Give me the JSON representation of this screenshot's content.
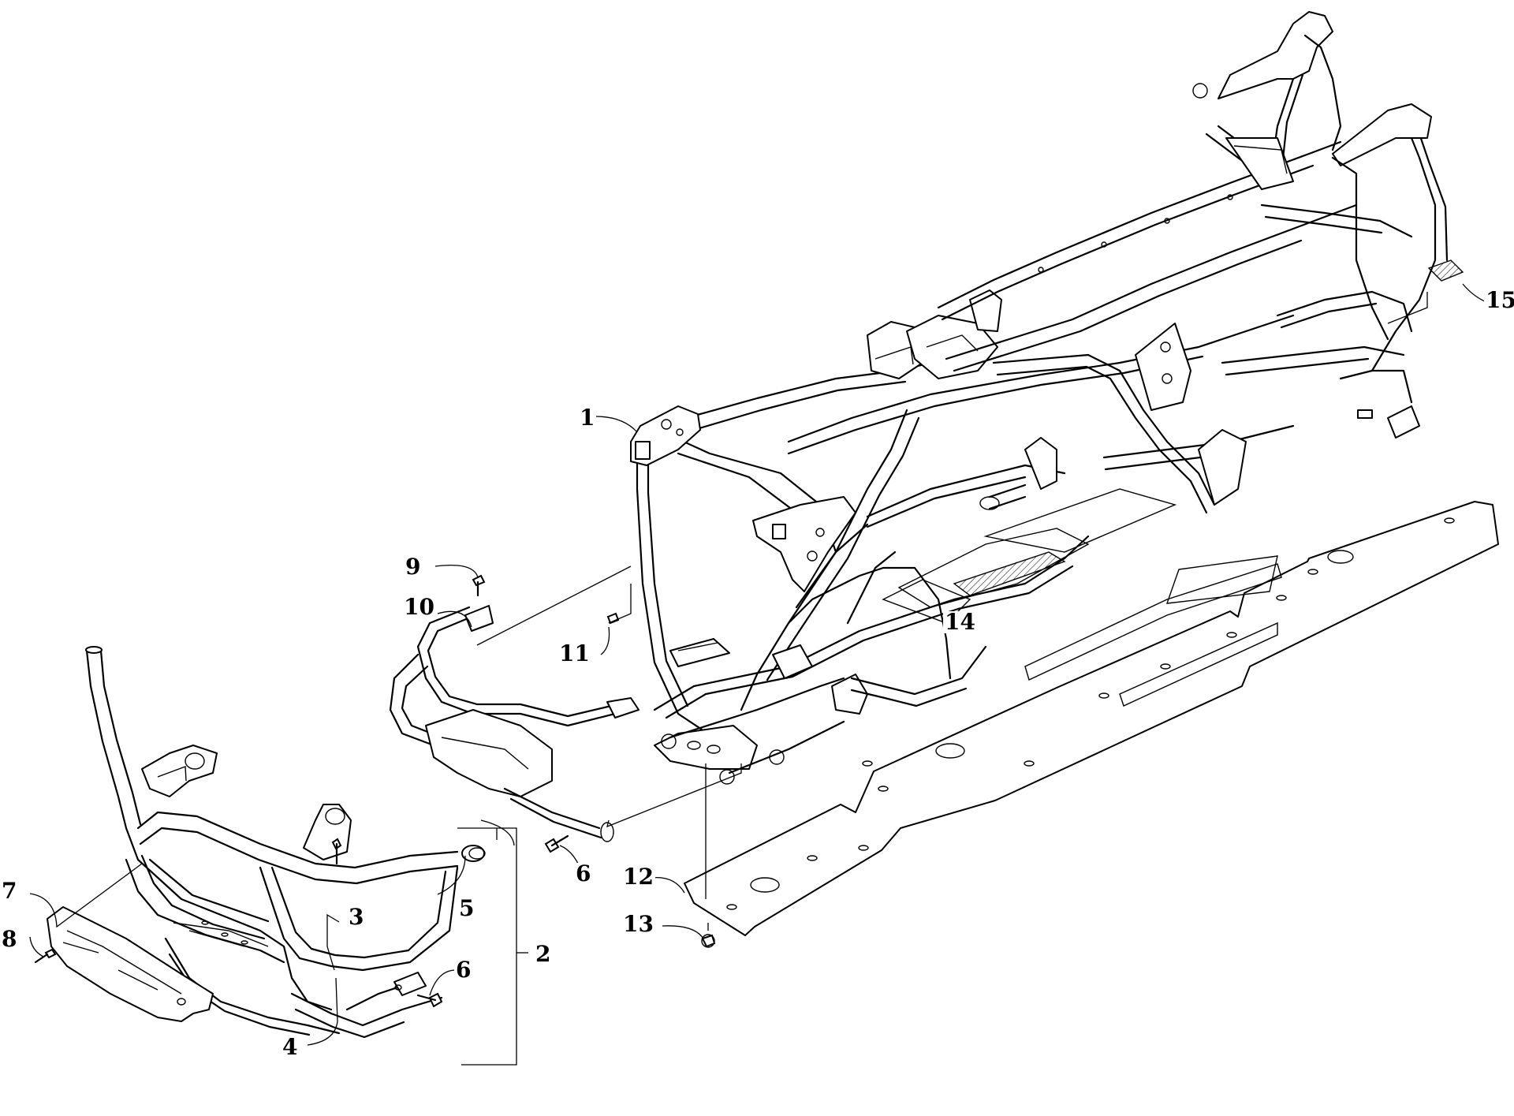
{
  "diagram": {
    "callouts": [
      {
        "id": "c1",
        "label": "1"
      },
      {
        "id": "c2",
        "label": "2"
      },
      {
        "id": "c3",
        "label": "3"
      },
      {
        "id": "c4",
        "label": "4"
      },
      {
        "id": "c5",
        "label": "5"
      },
      {
        "id": "c6a",
        "label": "6"
      },
      {
        "id": "c6b",
        "label": "6"
      },
      {
        "id": "c7",
        "label": "7"
      },
      {
        "id": "c8",
        "label": "8"
      },
      {
        "id": "c9",
        "label": "9"
      },
      {
        "id": "c10",
        "label": "10"
      },
      {
        "id": "c11",
        "label": "11"
      },
      {
        "id": "c12",
        "label": "12"
      },
      {
        "id": "c13",
        "label": "13"
      },
      {
        "id": "c14",
        "label": "14"
      },
      {
        "id": "c15",
        "label": "15"
      }
    ],
    "line_color": "#000000",
    "background_color": "#ffffff"
  }
}
